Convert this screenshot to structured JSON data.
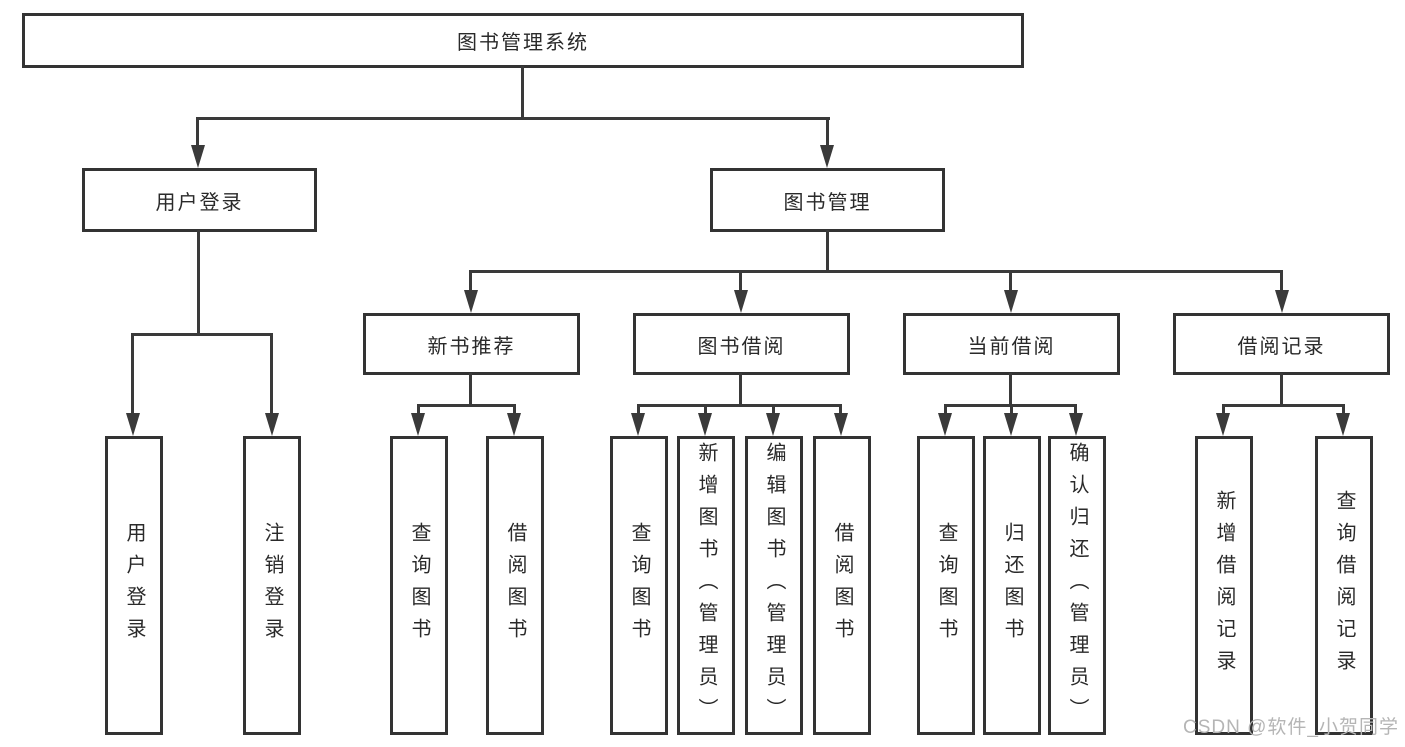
{
  "diagram_type": "hierarchy",
  "tree": {
    "label": "图书管理系统",
    "children": [
      {
        "label": "用户登录",
        "children": [
          {
            "label": "用户登录"
          },
          {
            "label": "注销登录"
          }
        ]
      },
      {
        "label": "图书管理",
        "children": [
          {
            "label": "新书推荐",
            "children": [
              {
                "label": "查询图书"
              },
              {
                "label": "借阅图书"
              }
            ]
          },
          {
            "label": "图书借阅",
            "children": [
              {
                "label": "查询图书"
              },
              {
                "label": "新增图书（管理员）"
              },
              {
                "label": "编辑图书（管理员）"
              },
              {
                "label": "借阅图书"
              }
            ]
          },
          {
            "label": "当前借阅",
            "children": [
              {
                "label": "查询图书"
              },
              {
                "label": "归还图书"
              },
              {
                "label": "确认归还（管理员）"
              }
            ]
          },
          {
            "label": "借阅记录",
            "children": [
              {
                "label": "新增借阅记录"
              },
              {
                "label": "查询借阅记录"
              }
            ]
          }
        ]
      }
    ]
  },
  "watermark": {
    "text": "CSDN @软件_小贺同学"
  },
  "colors": {
    "background": "#ffffff",
    "box_border": "#333333",
    "line": "#3a3a3a",
    "text": "#2a2a2a",
    "watermark": "#b5b5b5"
  }
}
